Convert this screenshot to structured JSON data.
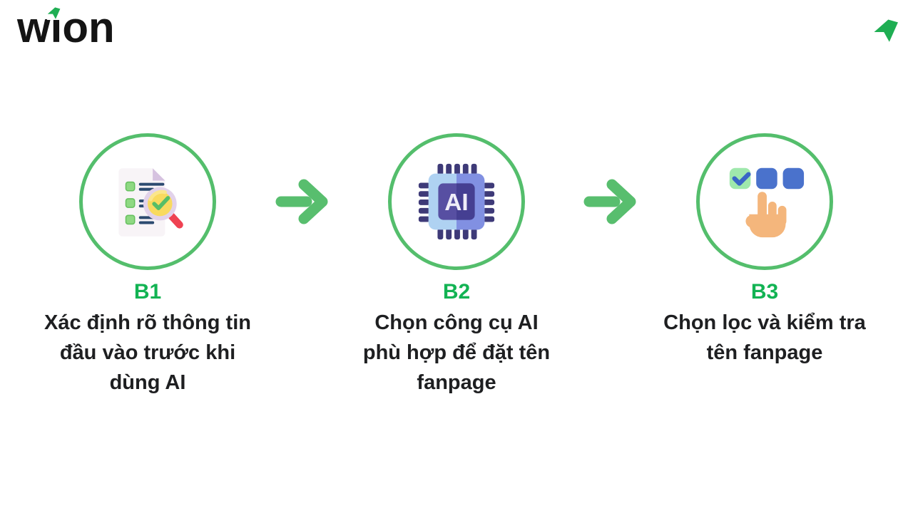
{
  "brand": {
    "logo_text": "wion",
    "logo_mark_icon": "green-arrow-mark",
    "logo_text_color": "#141414",
    "mark_color": "#1FAE53"
  },
  "header_right": {
    "icon": "green-arrow-mark"
  },
  "colors": {
    "background": "#FFFFFF",
    "circle_ring_green": "#54BE6C",
    "arrow_green": "#58BE6E",
    "step_label_green": "#12B353",
    "body_text": "#1E1F21"
  },
  "steps": [
    {
      "label": "B1",
      "icon": "document-checklist-magnifier-icon",
      "lines": [
        "Xác định rõ thông tin",
        "đầu vào trước khi",
        "dùng AI"
      ]
    },
    {
      "label": "B2",
      "icon": "ai-chip-icon",
      "chip_text": "AI",
      "lines": [
        "Chọn công cụ AI",
        "phù hợp để đặt tên",
        "fanpage"
      ]
    },
    {
      "label": "B3",
      "icon": "hand-selecting-option-icon",
      "lines": [
        "Chọn lọc và kiểm tra",
        "tên fanpage"
      ]
    }
  ],
  "connectors": [
    {
      "icon": "right-arrow-icon"
    },
    {
      "icon": "right-arrow-icon"
    }
  ]
}
